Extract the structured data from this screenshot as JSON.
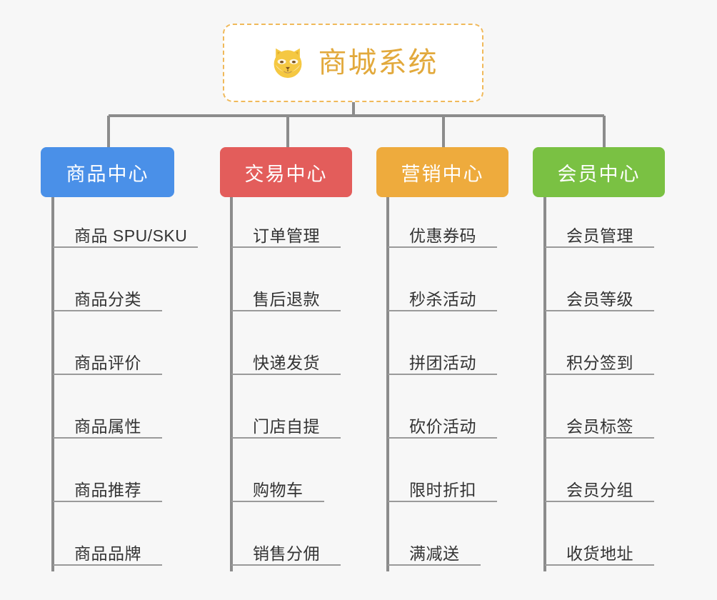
{
  "diagram": {
    "title": "商城系统",
    "root_icon": "shiba-dog-icon",
    "background_color": "#f7f7f7",
    "root_border_color": "#f0b95a",
    "root_text_color": "#e2a93c",
    "connector_color": "#8c8c8c"
  },
  "branches": [
    {
      "label": "商品中心",
      "color": "#4a90e8",
      "items": [
        "商品 SPU/SKU",
        "商品分类",
        "商品评价",
        "商品属性",
        "商品推荐",
        "商品品牌"
      ]
    },
    {
      "label": "交易中心",
      "color": "#e35d5b",
      "items": [
        "订单管理",
        "售后退款",
        "快递发货",
        "门店自提",
        "购物车",
        "销售分佣"
      ]
    },
    {
      "label": "营销中心",
      "color": "#eeab3d",
      "items": [
        "优惠券码",
        "秒杀活动",
        "拼团活动",
        "砍价活动",
        "限时折扣",
        "满减送"
      ]
    },
    {
      "label": "会员中心",
      "color": "#7ac143",
      "items": [
        "会员管理",
        "会员等级",
        "积分签到",
        "会员标签",
        "会员分组",
        "收货地址"
      ]
    }
  ]
}
